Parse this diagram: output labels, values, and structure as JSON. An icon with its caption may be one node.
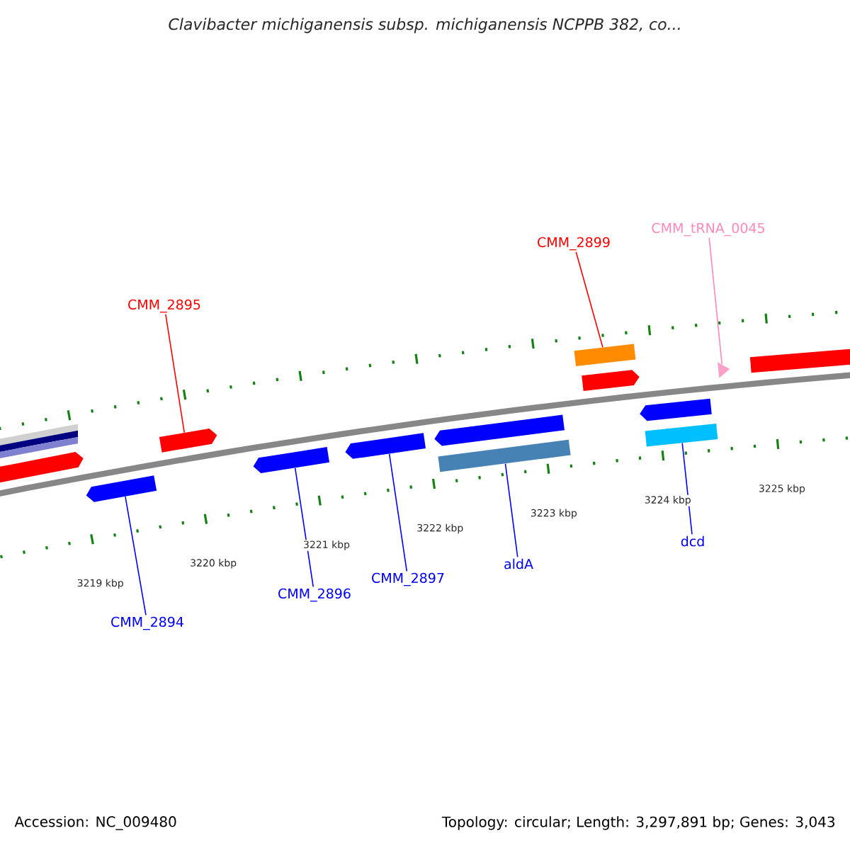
{
  "diagram": {
    "title": "Clavibacter michiganensis subsp. michiganensis NCPPB 382, co...",
    "nodes": [
      {
        "text": [
          "CMM_2895"
        ]
      },
      {
        "text": [],
        "shape": "pentagon"
      },
      {
        "text": [
          "CMM_2899"
        ]
      },
      {
        "text": [],
        "shape": "bar"
      },
      {
        "text": [
          "CMM_tRNA_0045"
        ]
      },
      {
        "text": [],
        "shape": "triangle"
      },
      {
        "text": [
          "CMM_2894"
        ]
      },
      {
        "text": [],
        "shape": "pentagon"
      },
      {
        "text": [
          "CMM_2896"
        ]
      },
      {
        "text": [],
        "shape": "pentagon"
      },
      {
        "text": [
          "CMM_2897"
        ]
      },
      {
        "text": [],
        "shape": "pentagon"
      },
      {
        "text": [
          "aldA"
        ]
      },
      {
        "text": [],
        "shape": "bar"
      },
      {
        "text": [
          "dcd"
        ]
      },
      {
        "text": [],
        "shape": "bar"
      },
      {
        "text": [],
        "shape": "pentagon"
      },
      {
        "text": [],
        "shape": "pentagon"
      },
      {
        "text": [],
        "shape": "pentagon"
      },
      {
        "text": [],
        "shape": "pentagon"
      },
      {
        "text": [],
        "shape": "pentagon"
      }
    ],
    "edges": [
      {
        "from": 0,
        "to": 1,
        "arrow": "none",
        "color": "#ff0000"
      },
      {
        "from": 2,
        "to": 3,
        "arrow": "none",
        "color": "#ff0000"
      },
      {
        "from": 4,
        "to": 5,
        "arrow": "none",
        "color": "#ff88bb"
      },
      {
        "from": 6,
        "to": 7,
        "arrow": "none"
      },
      {
        "from": 8,
        "to": 9,
        "arrow": "none"
      },
      {
        "from": 10,
        "to": 11,
        "arrow": "none"
      },
      {
        "from": 12,
        "to": 13,
        "arrow": "none"
      },
      {
        "from": 14,
        "to": 15,
        "arrow": "none"
      }
    ],
    "labels": [
      "3219 kbp",
      "3220 kbp",
      "3221 kbp",
      "3222 kbp",
      "3223 kbp",
      "3224 kbp",
      "3225 kbp",
      "Accession: NC_009480",
      "Topology: circular; Length: 3,297,891 bp; Genes: 3,043"
    ]
  }
}
